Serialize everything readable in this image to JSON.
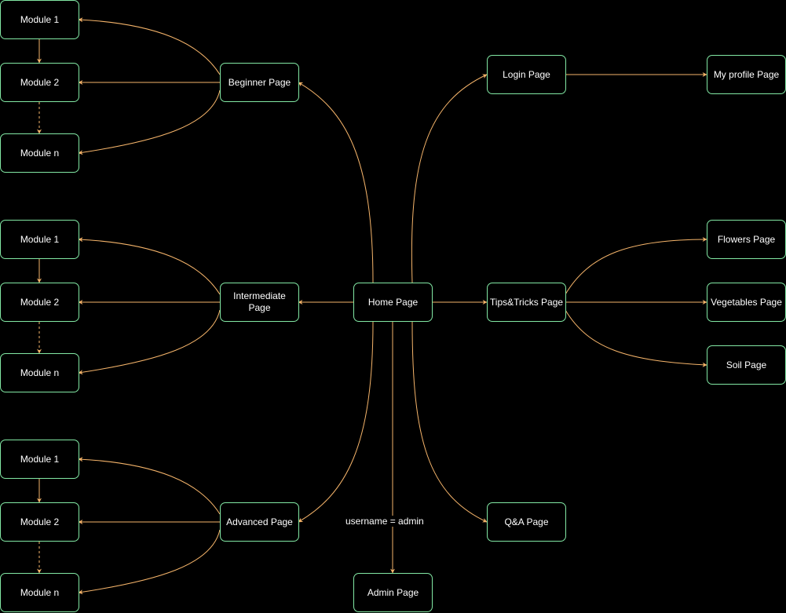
{
  "colors": {
    "background": "#000000",
    "node_border": "#82e8a4",
    "edge": "#f5b46a",
    "text": "#ffffff"
  },
  "nodes": {
    "beginner_module_1": "Module 1",
    "beginner_module_2": "Module 2",
    "beginner_module_n": "Module n",
    "intermediate_module_1": "Module 1",
    "intermediate_module_2": "Module 2",
    "intermediate_module_n": "Module n",
    "advanced_module_1": "Module 1",
    "advanced_module_2": "Module 2",
    "advanced_module_n": "Module n",
    "beginner_page": "Beginner Page",
    "intermediate_page": "Intermediate\nPage",
    "advanced_page": "Advanced Page",
    "home_page": "Home Page",
    "admin_page": "Admin Page",
    "login_page": "Login Page",
    "my_profile_page": "My profile Page",
    "tips_tricks_page": "Tips&Tricks Page",
    "qa_page": "Q&A Page",
    "flowers_page": "Flowers Page",
    "vegetables_page": "Vegetables Page",
    "soil_page": "Soil Page"
  },
  "edge_labels": {
    "home_to_admin": "username = admin"
  }
}
